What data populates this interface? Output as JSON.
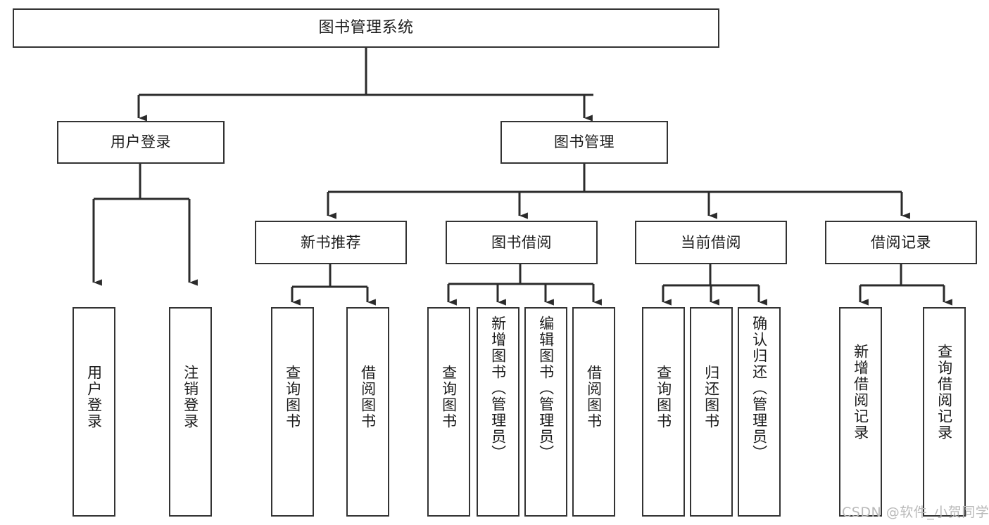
{
  "diagram": {
    "title": "图书管理系统",
    "type": "tree-functional-structure",
    "colors": {
      "box_border": "#333333",
      "box_fill": "#ffffff",
      "connector": "#2b2b2b",
      "watermark": "#b9b9b9",
      "text": "#1b1b1b"
    },
    "root": {
      "label": "图书管理系统"
    },
    "level1": [
      {
        "label": "用户登录"
      },
      {
        "label": "图书管理"
      }
    ],
    "level2": [
      {
        "label": "新书推荐"
      },
      {
        "label": "图书借阅"
      },
      {
        "label": "当前借阅"
      },
      {
        "label": "借阅记录"
      }
    ],
    "leaves": {
      "user_login": [
        {
          "label": "用户登录"
        },
        {
          "label": "注销登录"
        }
      ],
      "new_book_recommend": [
        {
          "label": "查询图书"
        },
        {
          "label": "借阅图书"
        }
      ],
      "book_borrow": [
        {
          "label": "查询图书"
        },
        {
          "label": "新增图书（管理员）"
        },
        {
          "label": "编辑图书（管理员）"
        },
        {
          "label": "借阅图书"
        }
      ],
      "current_borrow": [
        {
          "label": "查询图书"
        },
        {
          "label": "归还图书"
        },
        {
          "label": "确认归还（管理员）"
        }
      ],
      "borrow_record": [
        {
          "label": "新增借阅记录"
        },
        {
          "label": "查询借阅记录"
        }
      ]
    }
  },
  "watermark": {
    "text": "CSDN @软件_小贺同学"
  }
}
